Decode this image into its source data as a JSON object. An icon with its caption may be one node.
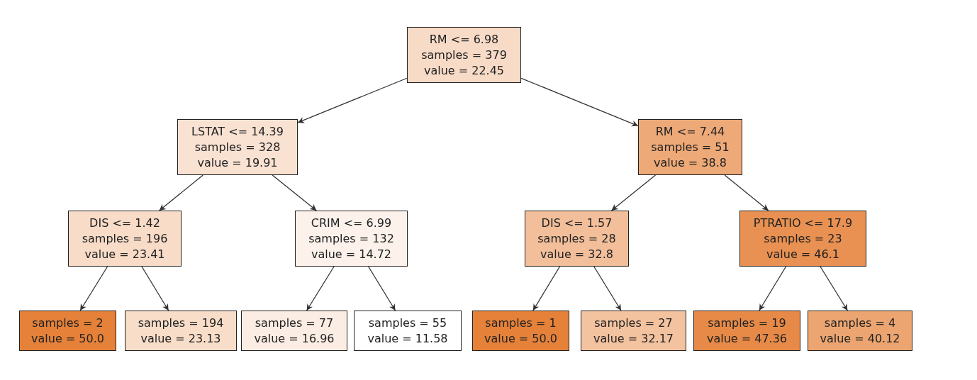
{
  "diagram": {
    "nodes": [
      {
        "text": [
          "RM <= 6.98",
          "samples = 379",
          "value = 22.45"
        ]
      },
      {
        "text": [
          "LSTAT <= 14.39",
          "samples = 328",
          "value = 19.91"
        ]
      },
      {
        "text": [
          "RM <= 7.44",
          "samples = 51",
          "value = 38.8"
        ]
      },
      {
        "text": [
          "DIS <= 1.42",
          "samples = 196",
          "value = 23.41"
        ]
      },
      {
        "text": [
          "CRIM <= 6.99",
          "samples = 132",
          "value = 14.72"
        ]
      },
      {
        "text": [
          "DIS <= 1.57",
          "samples = 28",
          "value = 32.8"
        ]
      },
      {
        "text": [
          "PTRATIO <= 17.9",
          "samples = 23",
          "value = 46.1"
        ]
      },
      {
        "text": [
          "samples = 2",
          "value = 50.0"
        ]
      },
      {
        "text": [
          "samples = 194",
          "value = 23.13"
        ]
      },
      {
        "text": [
          "samples = 77",
          "value = 16.96"
        ]
      },
      {
        "text": [
          "samples = 55",
          "value = 11.58"
        ]
      },
      {
        "text": [
          "samples = 1",
          "value = 50.0"
        ]
      },
      {
        "text": [
          "samples = 27",
          "value = 32.17"
        ]
      },
      {
        "text": [
          "samples = 19",
          "value = 47.36"
        ]
      },
      {
        "text": [
          "samples = 4",
          "value = 40.12"
        ]
      }
    ],
    "edges": [
      {
        "from": 0,
        "to": 1,
        "arrow": "to"
      },
      {
        "from": 0,
        "to": 2,
        "arrow": "to"
      },
      {
        "from": 1,
        "to": 3,
        "arrow": "to"
      },
      {
        "from": 1,
        "to": 4,
        "arrow": "to"
      },
      {
        "from": 2,
        "to": 5,
        "arrow": "to"
      },
      {
        "from": 2,
        "to": 6,
        "arrow": "to"
      },
      {
        "from": 3,
        "to": 7,
        "arrow": "to"
      },
      {
        "from": 3,
        "to": 8,
        "arrow": "to"
      },
      {
        "from": 4,
        "to": 9,
        "arrow": "to"
      },
      {
        "from": 4,
        "to": 10,
        "arrow": "to"
      },
      {
        "from": 5,
        "to": 11,
        "arrow": "to"
      },
      {
        "from": 5,
        "to": 12,
        "arrow": "to"
      },
      {
        "from": 6,
        "to": 13,
        "arrow": "to"
      },
      {
        "from": 6,
        "to": 14,
        "arrow": "to"
      }
    ]
  }
}
